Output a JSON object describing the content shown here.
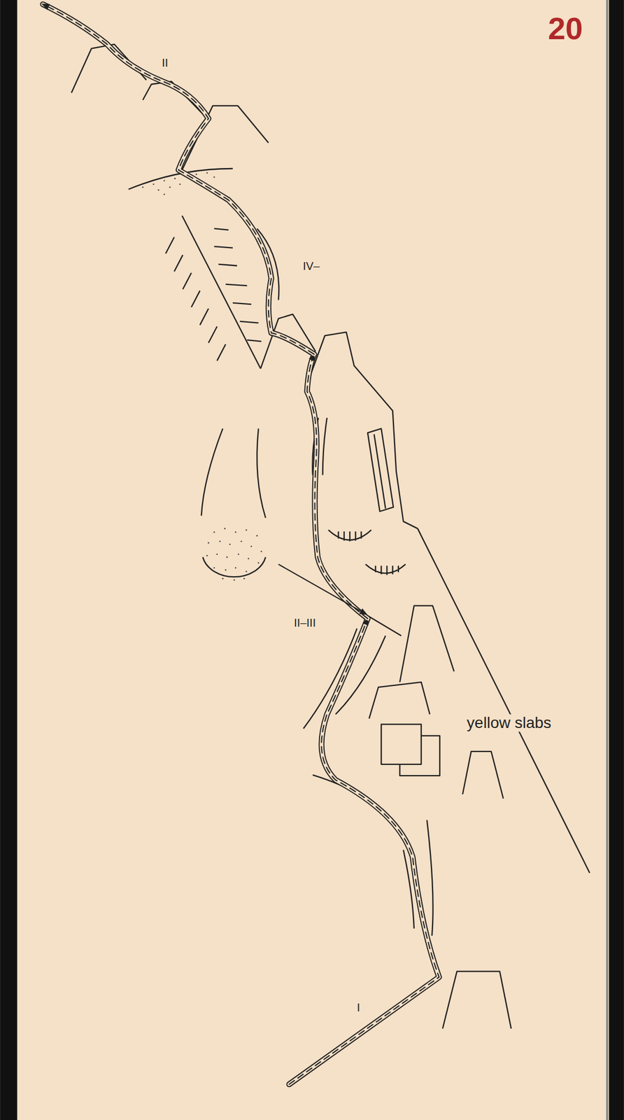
{
  "diagram": {
    "labels": [
      "20",
      "II",
      "IV–",
      "II–III",
      "yellow slabs",
      "I"
    ]
  }
}
